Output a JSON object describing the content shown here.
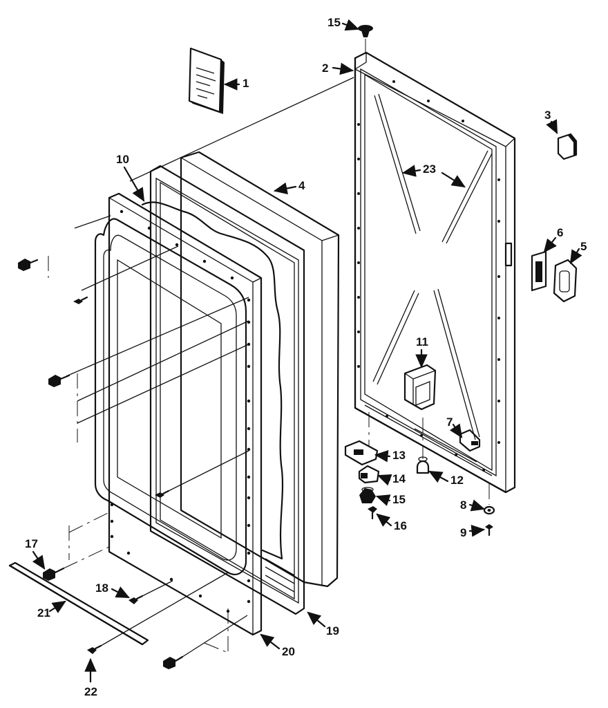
{
  "diagram": {
    "callouts": [
      "1",
      "2",
      "3",
      "4",
      "5",
      "6",
      "7",
      "8",
      "9",
      "10",
      "11",
      "12",
      "13",
      "14",
      "15",
      "15",
      "16",
      "17",
      "18",
      "19",
      "20",
      "21",
      "22",
      "23"
    ]
  }
}
